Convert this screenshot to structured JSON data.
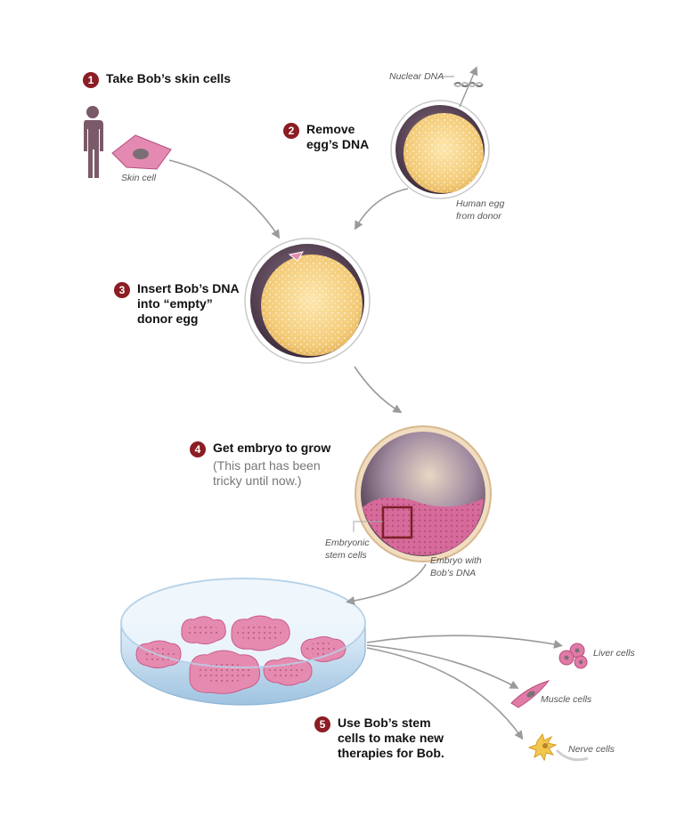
{
  "steps": [
    {
      "num": "1",
      "lines": [
        "Take Bob’s skin cells"
      ]
    },
    {
      "num": "2",
      "lines": [
        "Remove",
        "egg’s DNA"
      ]
    },
    {
      "num": "3",
      "lines": [
        "Insert Bob’s DNA",
        "into “empty”",
        "donor egg"
      ]
    },
    {
      "num": "4",
      "lines": [
        "Get embryo to grow"
      ],
      "sub": [
        "(This part has been",
        "tricky until now.)"
      ]
    },
    {
      "num": "5",
      "lines": [
        "Use Bob’s stem",
        "cells to make new",
        "therapies for Bob."
      ]
    }
  ],
  "labels": {
    "skin_cell": "Skin cell",
    "nuclear_dna": "Nuclear DNA",
    "human_egg": [
      "Human egg",
      "from donor"
    ],
    "embryonic": [
      "Embryonic",
      "stem cells"
    ],
    "embryo_dna": [
      "Embryo with",
      "Bob’s DNA"
    ],
    "liver": "Liver cells",
    "muscle": "Muscle cells",
    "nerve": "Nerve cells"
  },
  "colors": {
    "step_badge": "#8b1d24",
    "arrow": "#9a9a9a",
    "egg_yolk": "#f3cc7c",
    "egg_shell": "#5a4456",
    "stem_pink": "#d96b9b",
    "dish_blue": "#cfe4f5"
  }
}
